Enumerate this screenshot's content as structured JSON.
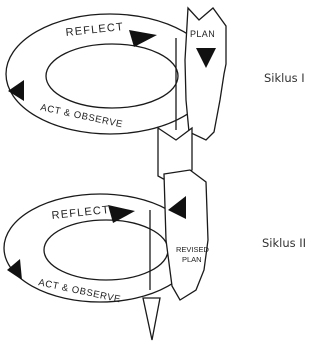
{
  "cycles": [
    {
      "reflect": "REFLECT",
      "act_observe": "ACT & OBSERVE",
      "plan": "PLAN",
      "side_label": "Siklus I"
    },
    {
      "reflect": "REFLECT",
      "act_observe": "ACT & OBSERVE",
      "plan_line1": "REVISED",
      "plan_line2": "PLAN",
      "side_label": "Siklus II"
    }
  ]
}
